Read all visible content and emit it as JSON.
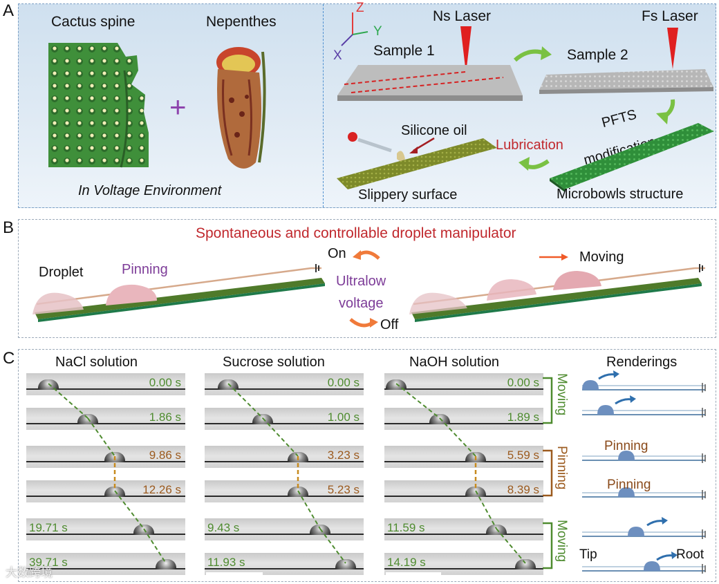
{
  "panels": {
    "a": "A",
    "b": "B",
    "c": "C"
  },
  "panel_a": {
    "cactus_label": "Cactus spine",
    "nepenthes_label": "Nepenthes",
    "plus": "+",
    "environment": "In Voltage Environment",
    "axes": {
      "z": "Z",
      "y": "Y",
      "x": "X"
    },
    "ns_laser": "Ns Laser",
    "fs_laser": "Fs Laser",
    "sample1": "Sample 1",
    "sample2": "Sample 2",
    "pfts_line1": "PFTS",
    "pfts_line2": "modification",
    "silicone_oil": "Silicone oil",
    "lubrication": "Lubrication",
    "slippery_surface": "Slippery surface",
    "microbowls": "Microbowls structure"
  },
  "panel_b": {
    "title": "Spontaneous  and controllable droplet manipulator",
    "droplet": "Droplet",
    "pinning": "Pinning",
    "on": "On",
    "off": "Off",
    "ultralow1": "Ultralow",
    "ultralow2": "voltage",
    "moving": "Moving"
  },
  "panel_c": {
    "columns": [
      {
        "title": "NaCl solution",
        "times": [
          "0.00 s",
          "1.86 s",
          "9.86 s",
          "12.26 s",
          "19.71 s",
          "39.71 s"
        ]
      },
      {
        "title": "Sucrose solution",
        "times": [
          "0.00 s",
          "1.00 s",
          "3.23 s",
          "5.23 s",
          "9.43 s",
          "11.93 s"
        ]
      },
      {
        "title": "NaOH solution",
        "times": [
          "0.00 s",
          "1.89 s",
          "5.59 s",
          "8.39 s",
          "11.59 s",
          "14.19 s"
        ]
      }
    ],
    "bracket_moving": "Moving",
    "bracket_pinning": "Pinning",
    "renderings_title": "Renderings",
    "render_pinning": "Pinning",
    "tip": "Tip",
    "root": "Root",
    "watermark": "大数跨境"
  },
  "colors": {
    "green_time": "#4e8b2f",
    "brown_time": "#9b5a1e",
    "arrow_green": "#7ac143",
    "red_text": "#c0282d",
    "purple": "#7d3c98"
  }
}
